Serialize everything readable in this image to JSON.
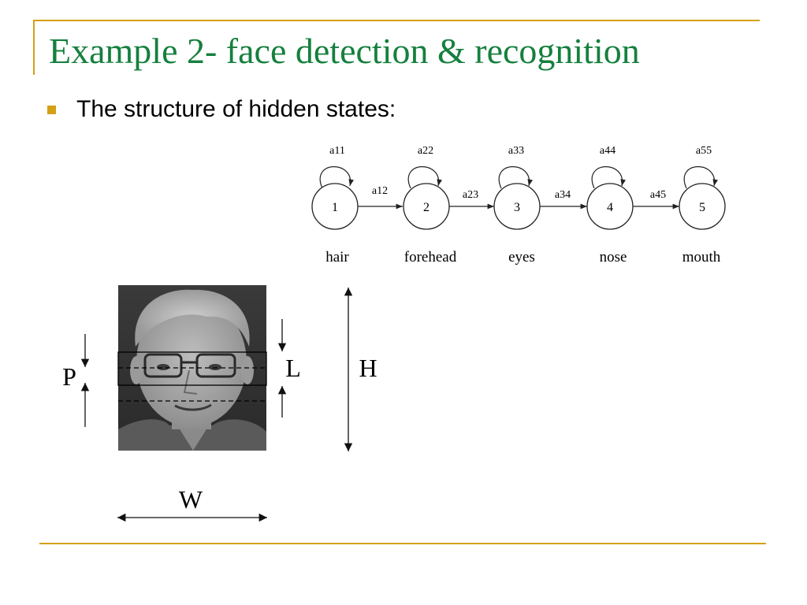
{
  "slide": {
    "title": "Example 2- face detection & recognition",
    "bullet": "The structure of hidden states:"
  },
  "colors": {
    "title": "#15803d",
    "accent": "#d4a017"
  },
  "hmm": {
    "states": [
      {
        "number": "1",
        "self_label": "a11",
        "name": "hair"
      },
      {
        "number": "2",
        "self_label": "a22",
        "name": "forehead"
      },
      {
        "number": "3",
        "self_label": "a33",
        "name": "eyes"
      },
      {
        "number": "4",
        "self_label": "a44",
        "name": "nose"
      },
      {
        "number": "5",
        "self_label": "a55",
        "name": "mouth"
      }
    ],
    "transitions": [
      "a12",
      "a23",
      "a34",
      "a45"
    ]
  },
  "face_figure": {
    "labels": {
      "p": "P",
      "l": "L",
      "h": "H",
      "w": "W"
    }
  }
}
